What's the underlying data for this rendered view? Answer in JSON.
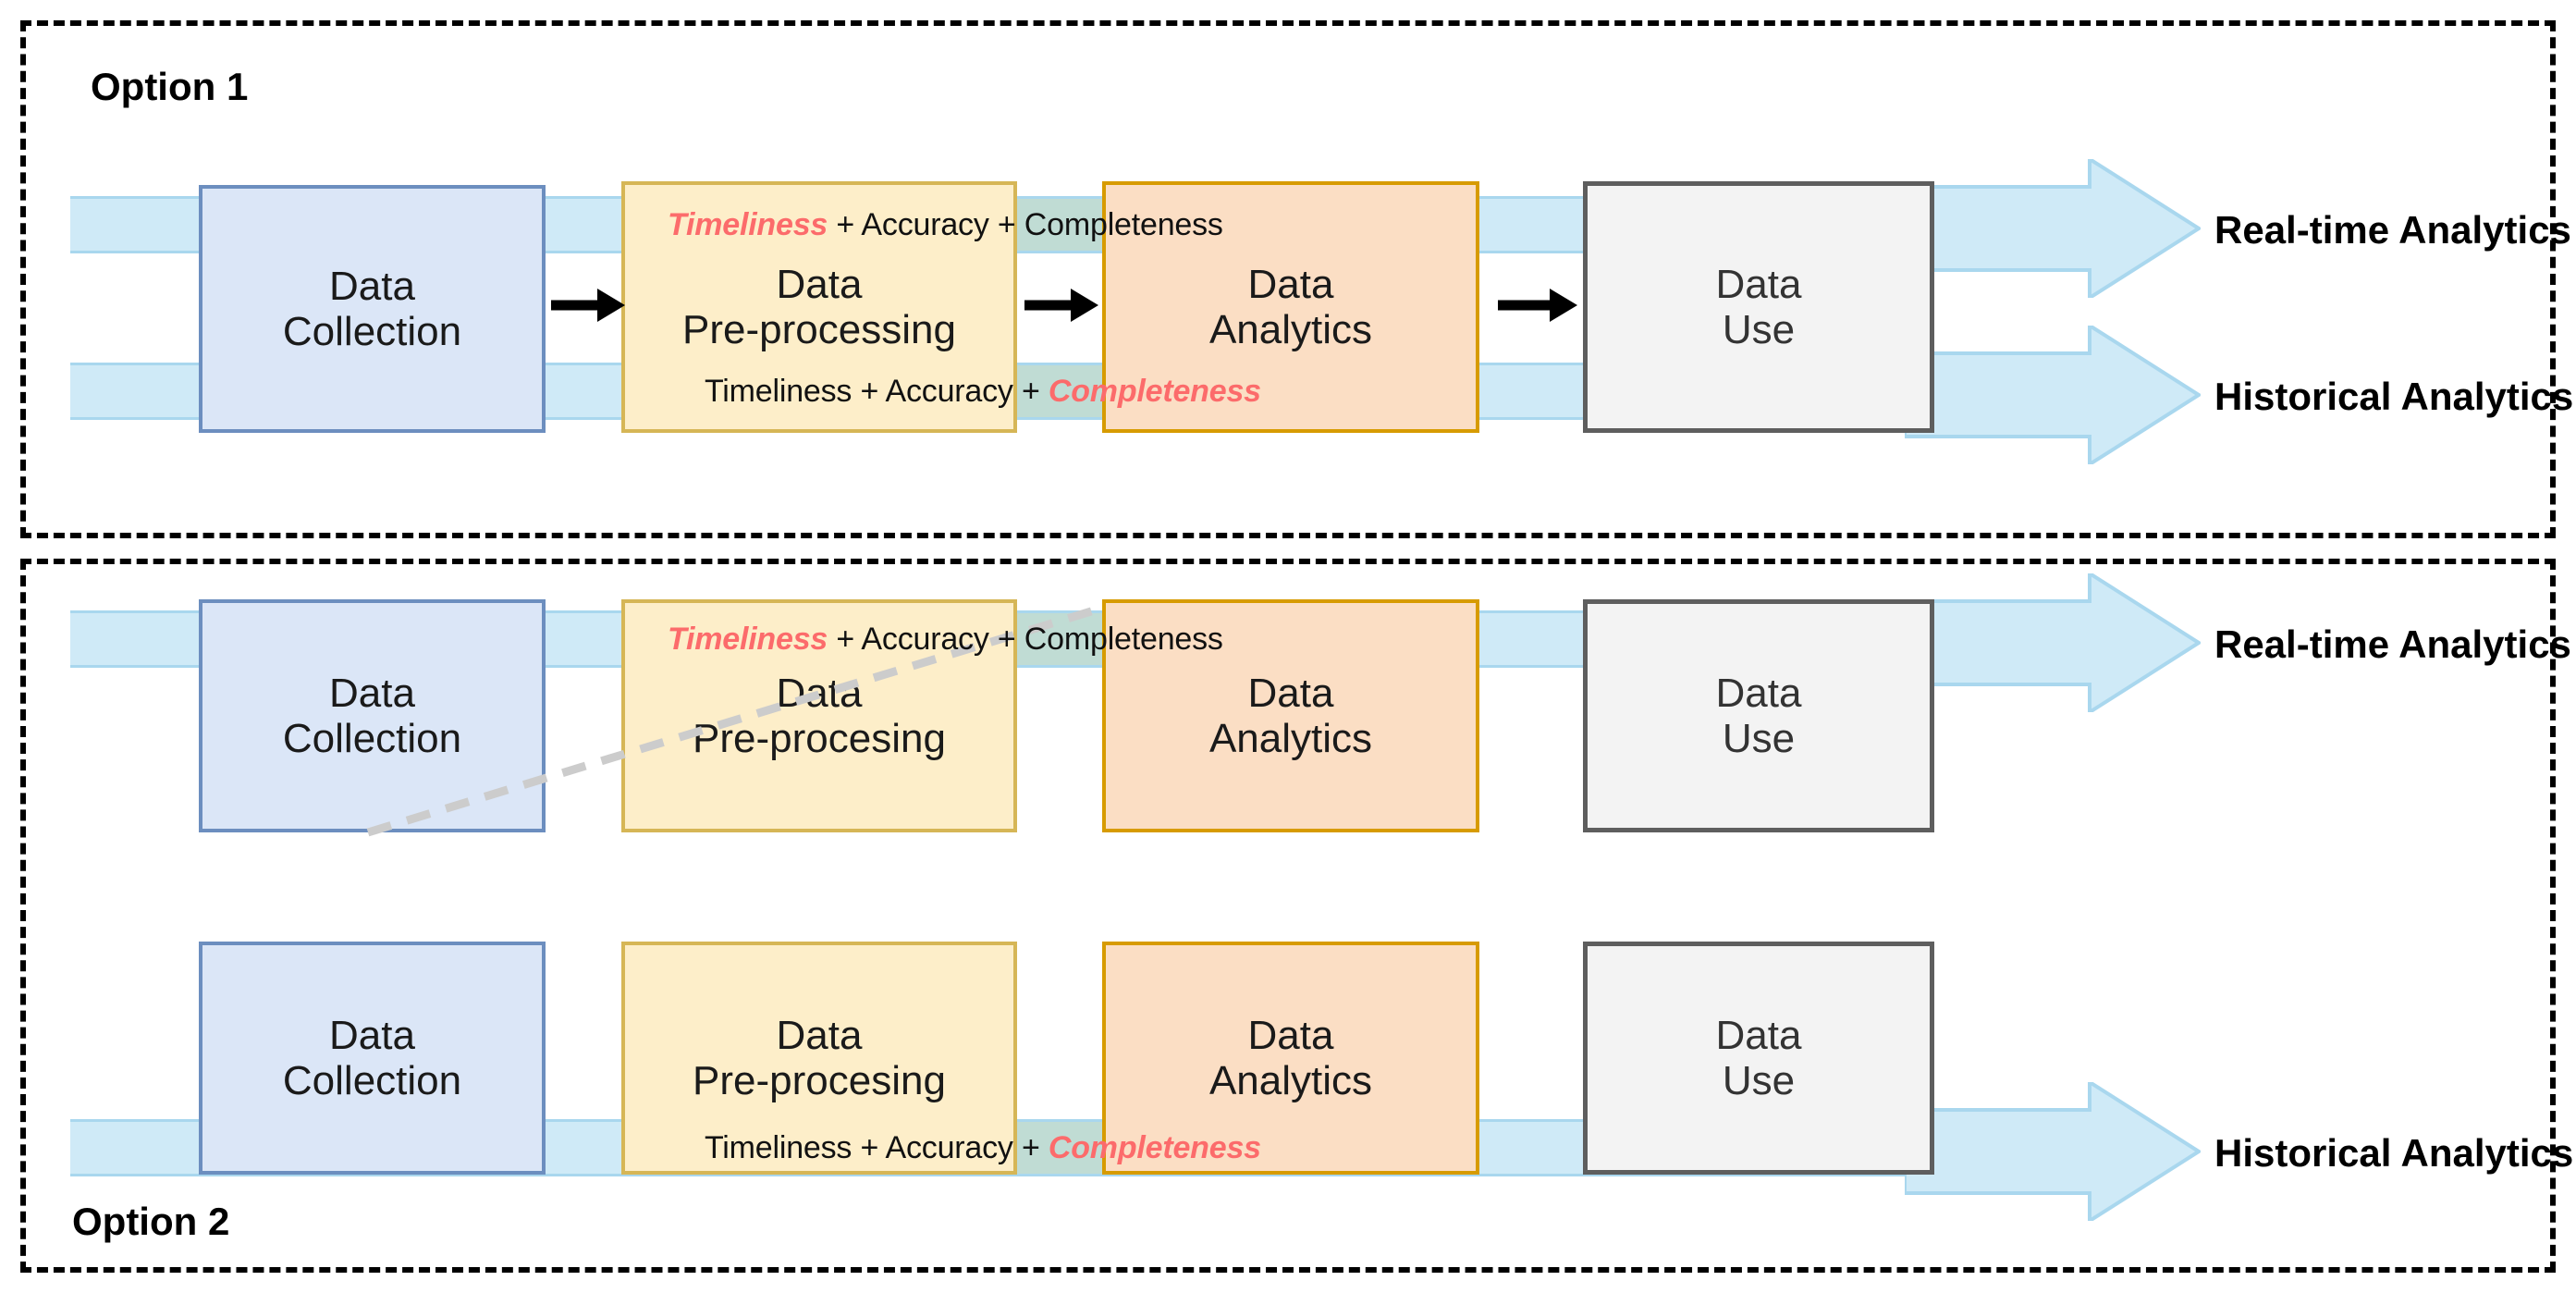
{
  "diagram": {
    "title": "Data pipeline options for real-time and historical analytics",
    "colors": {
      "collection_fill": "#dbe6f7",
      "collection_stroke": "#6c8ebf",
      "preprocessing_fill": "#fdeec9",
      "preprocessing_stroke": "#d6b656",
      "analytics_fill": "#fbdec4",
      "analytics_stroke": "#d79b00",
      "datause_fill": "#f3f3f3",
      "datause_stroke": "#5e5e5e",
      "band_fill": "#cfeaf7",
      "band_stroke": "#a9d7ee",
      "highlight_text": "#fc6b6b",
      "frame_stroke": "#000000",
      "diagonal_stroke": "#cccccc"
    },
    "options": [
      {
        "id": "option-1",
        "label": "Option 1",
        "label_position": "top-left",
        "shared_pipeline": true,
        "stages": [
          {
            "name": "data-collection",
            "line1": "Data",
            "line2": "Collection"
          },
          {
            "name": "data-preprocessing",
            "line1": "Data",
            "line2": "Pre-processing"
          },
          {
            "name": "data-analytics",
            "line1": "Data",
            "line2": "Analytics"
          },
          {
            "name": "data-use",
            "line1": "Data",
            "line2": "Use"
          }
        ],
        "flows": [
          {
            "name": "real-time",
            "label": "Real-time Analytics",
            "quality": {
              "part1": "Timeliness",
              "sep1": " + ",
              "part2": "Accuracy",
              "sep2": " + ",
              "part3": "Completeness",
              "emphasis": "part1"
            }
          },
          {
            "name": "historical",
            "label": "Historical Analytics",
            "quality": {
              "part1": "Timeliness",
              "sep1": " + ",
              "part2": "Accuracy",
              "sep2": " + ",
              "part3": "Completeness",
              "emphasis": "part3"
            }
          }
        ],
        "connector_arrows": 3
      },
      {
        "id": "option-2",
        "label": "Option 2",
        "label_position": "bottom-left",
        "shared_pipeline": false,
        "stages_top": [
          {
            "name": "data-collection",
            "line1": "Data",
            "line2": "Collection"
          },
          {
            "name": "data-preprocessing",
            "line1": "Data",
            "line2": "Pre-procesing"
          },
          {
            "name": "data-analytics",
            "line1": "Data",
            "line2": "Analytics"
          },
          {
            "name": "data-use",
            "line1": "Data",
            "line2": "Use"
          }
        ],
        "stages_bottom": [
          {
            "name": "data-collection",
            "line1": "Data",
            "line2": "Collection"
          },
          {
            "name": "data-preprocessing",
            "line1": "Data",
            "line2": "Pre-procesing"
          },
          {
            "name": "data-analytics",
            "line1": "Data",
            "line2": "Analytics"
          },
          {
            "name": "data-use",
            "line1": "Data",
            "line2": "Use"
          }
        ],
        "flows": [
          {
            "name": "real-time",
            "label": "Real-time Analytics",
            "quality": {
              "part1": "Timeliness",
              "sep1": " + ",
              "part2": "Accuracy",
              "sep2": " + ",
              "part3": "Completeness",
              "emphasis": "part1"
            }
          },
          {
            "name": "historical",
            "label": "Historical Analytics",
            "quality": {
              "part1": "Timeliness",
              "sep1": " + ",
              "part2": "Accuracy",
              "sep2": " + ",
              "part3": "Completeness",
              "emphasis": "part3"
            }
          }
        ],
        "has_diagonal_dashed_connector": true,
        "connector_arrows": 0
      }
    ]
  }
}
